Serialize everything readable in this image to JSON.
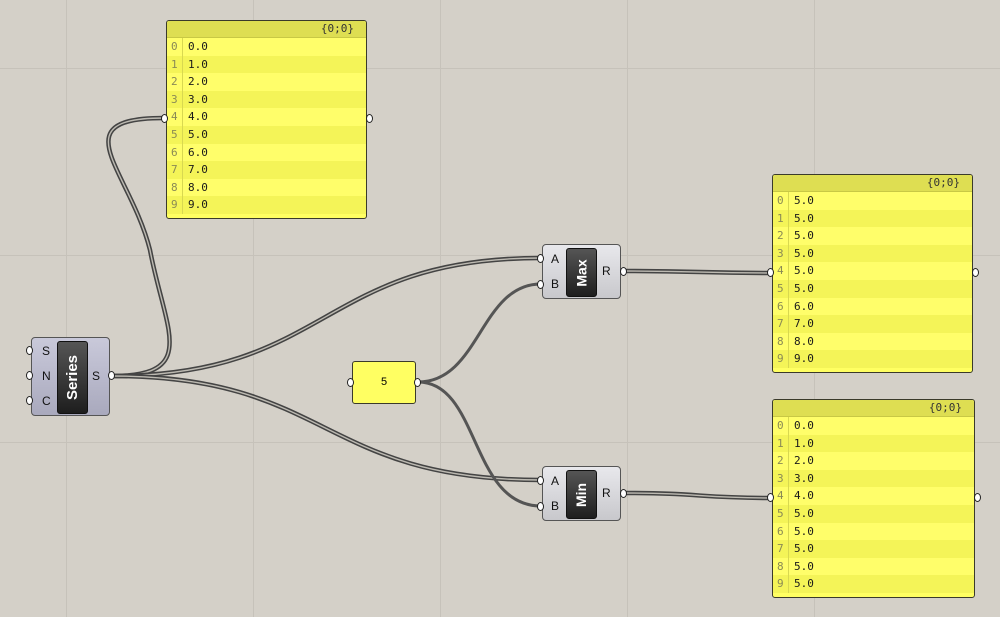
{
  "panels": {
    "series_out": {
      "header": "{0;0}",
      "rows": [
        {
          "i": "0",
          "v": "0.0"
        },
        {
          "i": "1",
          "v": "1.0"
        },
        {
          "i": "2",
          "v": "2.0"
        },
        {
          "i": "3",
          "v": "3.0"
        },
        {
          "i": "4",
          "v": "4.0"
        },
        {
          "i": "5",
          "v": "5.0"
        },
        {
          "i": "6",
          "v": "6.0"
        },
        {
          "i": "7",
          "v": "7.0"
        },
        {
          "i": "8",
          "v": "8.0"
        },
        {
          "i": "9",
          "v": "9.0"
        }
      ]
    },
    "max_out": {
      "header": "{0;0}",
      "rows": [
        {
          "i": "0",
          "v": "5.0"
        },
        {
          "i": "1",
          "v": "5.0"
        },
        {
          "i": "2",
          "v": "5.0"
        },
        {
          "i": "3",
          "v": "5.0"
        },
        {
          "i": "4",
          "v": "5.0"
        },
        {
          "i": "5",
          "v": "5.0"
        },
        {
          "i": "6",
          "v": "6.0"
        },
        {
          "i": "7",
          "v": "7.0"
        },
        {
          "i": "8",
          "v": "8.0"
        },
        {
          "i": "9",
          "v": "9.0"
        }
      ]
    },
    "min_out": {
      "header": "{0;0}",
      "rows": [
        {
          "i": "0",
          "v": "0.0"
        },
        {
          "i": "1",
          "v": "1.0"
        },
        {
          "i": "2",
          "v": "2.0"
        },
        {
          "i": "3",
          "v": "3.0"
        },
        {
          "i": "4",
          "v": "4.0"
        },
        {
          "i": "5",
          "v": "5.0"
        },
        {
          "i": "6",
          "v": "5.0"
        },
        {
          "i": "7",
          "v": "5.0"
        },
        {
          "i": "8",
          "v": "5.0"
        },
        {
          "i": "9",
          "v": "5.0"
        }
      ]
    }
  },
  "components": {
    "series": {
      "name": "Series",
      "inputs": [
        "S",
        "N",
        "C"
      ],
      "outputs": [
        "S"
      ]
    },
    "max": {
      "name": "Max",
      "inputs": [
        "A",
        "B"
      ],
      "outputs": [
        "R"
      ]
    },
    "min": {
      "name": "Min",
      "inputs": [
        "A",
        "B"
      ],
      "outputs": [
        "R"
      ]
    }
  },
  "number_param": {
    "value": "5"
  },
  "colors": {
    "canvas": "#d4d0c8",
    "panel": "#ffff62",
    "wire": "#555555"
  }
}
